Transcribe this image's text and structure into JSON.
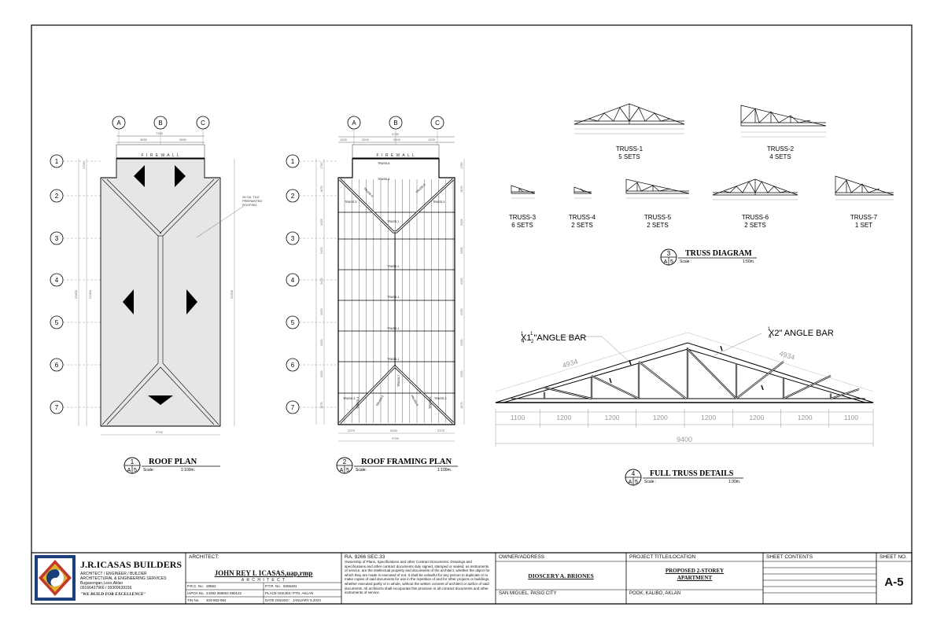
{
  "grid": {
    "columns": [
      "A",
      "B",
      "C"
    ],
    "rows": [
      "1",
      "2",
      "3",
      "4",
      "5",
      "6",
      "7"
    ]
  },
  "roof_plan": {
    "title": "ROOF PLAN",
    "scale": "1:100m.",
    "detail_no": "1",
    "sheet_ref": "A",
    "sheet_ref_no": "5",
    "firewall": "F I R E W A L L",
    "dims": {
      "top_left": "3650",
      "top_right": "3650",
      "top_total": "7300",
      "bottom": "9700",
      "side_top": "1700",
      "side_total": "21950",
      "side_total_right": "22500",
      "overall": "23800"
    },
    "roofing_note": "26 GA. TILE PREPAINTED ROOFING"
  },
  "framing_plan": {
    "title": "ROOF FRAMING PLAN",
    "scale": "1:100m.",
    "detail_no": "2",
    "sheet_ref": "A",
    "sheet_ref_no": "5",
    "firewall": "F I R E W A L L",
    "dims": {
      "top": [
        "1200",
        "2500",
        "2500",
        "1200"
      ],
      "top_total": "9700",
      "bottom": [
        "2075",
        "5250",
        "2375"
      ],
      "bottom_total": "9700",
      "side": [
        "1700",
        "1875",
        "2425",
        "2425",
        "2425",
        "2425",
        "2425",
        "2425",
        "1875"
      ]
    },
    "truss_labels": [
      "TRUSS-6",
      "TRUSS-6",
      "TRUSS-3",
      "TRUSS-3",
      "TRUSS-5",
      "TRUSS-5",
      "TRUSS-1",
      "TRUSS-1",
      "TRUSS-1",
      "TRUSS-1",
      "TRUSS-1",
      "TRUSS-7",
      "TRUSS-2",
      "TRUSS-2",
      "TRUSS-3",
      "TRUSS-3",
      "TRUSS-4",
      "TRUSS-4"
    ]
  },
  "truss_diagram": {
    "title": "TRUSS DIAGRAM",
    "scale": "1:50m.",
    "detail_no": "3",
    "sheet_ref": "A",
    "sheet_ref_no": "5",
    "scale_label": "Scale :",
    "trusses": [
      {
        "name": "TRUSS-1",
        "sets": "5 SETS"
      },
      {
        "name": "TRUSS-2",
        "sets": "4 SETS"
      },
      {
        "name": "TRUSS-3",
        "sets": "6 SETS"
      },
      {
        "name": "TRUSS-4",
        "sets": "2 SETS"
      },
      {
        "name": "TRUSS-5",
        "sets": "2 SETS"
      },
      {
        "name": "TRUSS-6",
        "sets": "2 SETS"
      },
      {
        "name": "TRUSS-7",
        "sets": "1 SET"
      }
    ]
  },
  "full_truss": {
    "title": "FULL TRUSS DETAILS",
    "scale": "1:30m.",
    "detail_no": "4",
    "sheet_ref": "A",
    "sheet_ref_no": "5",
    "scale_label": "Scale :",
    "left_callout": "X1   \"ANGLE BAR",
    "right_callout": "X2\" ANGLE BAR",
    "top_chord_left": "4934",
    "top_chord_right": "4934",
    "panels": [
      "1100",
      "1200",
      "1200",
      "1200",
      "1200",
      "1200",
      "1200",
      "1100"
    ],
    "total": "9400"
  },
  "scale_label": "Scale:",
  "title_block": {
    "firm_name": "J.R.ICASAS BUILDERS",
    "firm_roles": "ARCHITECT  /  ENGINEER  /  BUILDER",
    "firm_services": "ARCHITECTURAL & ENGINEERING SERVICES",
    "firm_address": "Bugasongan,Lezo,Aklan",
    "firm_phone": "09166437966 / 09309639156",
    "firm_motto": "\"WE BUILD FOR EXCELLENCE\"",
    "architect_label": "ARCHITECT:",
    "architect_name": "JOHN REY I. ICASAS,uap,rmp",
    "architect_role": "A R C H I T E C T",
    "prc_label": "P.R.C. No.",
    "prc_value": "28552",
    "ptr_label": "P.T.R. No.",
    "ptr_value": "8255481",
    "iapoa_label": "IAPOA No.",
    "iapoa_value": "24382 359654 080122",
    "place_label": "PLACE ISSUED:",
    "place_value": "PTG. AKLAN",
    "tin_label": "TIN No.",
    "tin_value": "403-853-984",
    "date_label": "DATE ISSUED:",
    "date_value": "JANUARY 5,2023",
    "ra_title": "RA.  9266 SEC.33",
    "ra_text": "Ownership of Plans, Specifications and other Contract Documents. Drawings and specifications and other contract documents duly signed, stamped or sealed,  as instruments of service, are the intellectual property and documents of the architect, whether the object for which they are made is executed of not. It shall be unlawful for any person to duplicate or to make copies of said documents for use in the repetition of and for other projects or buildings, whether executed partly or in whole,  without the written consent of architect or author of said documents. All architects shall incorporate this provision in all contract documents and other instruments of service.",
    "owner_label": "OWNER/ADDRESS",
    "owner_name": "DIOSCERY A. BRIONES",
    "owner_address": "SAN MIGUEL, PASIG CITY",
    "project_label": "PROJECT TITLE/LOCATION",
    "project_title_1": "PROPOSED 2-STOREY",
    "project_title_2": "APARTMENT",
    "project_location": "POOK, KALIBO, AKLAN",
    "contents_label": "SHEET CONTENTS",
    "sheet_label": "SHEET NO.",
    "sheet_no": "A-5"
  }
}
